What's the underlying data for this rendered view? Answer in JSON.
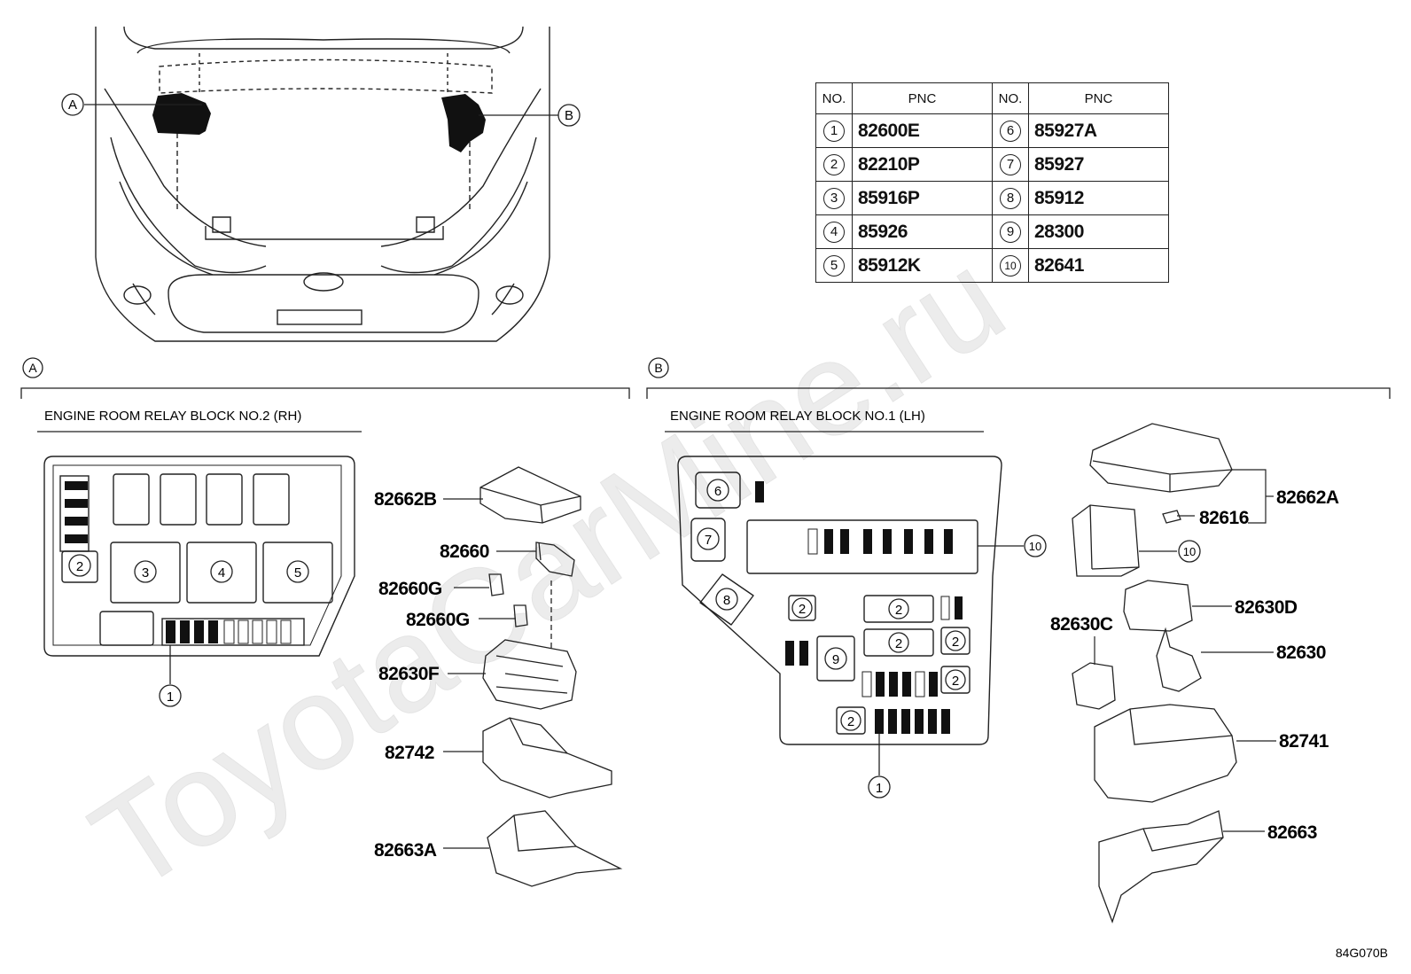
{
  "colors": {
    "line": "#222222",
    "watermark": "#e9e9e9"
  },
  "watermark": "ToyotaCarMine.ru",
  "callouts": {
    "a": "A",
    "b": "B"
  },
  "table": {
    "headers": [
      "NO.",
      "PNC",
      "NO.",
      "PNC"
    ],
    "rows": [
      {
        "no1": "1",
        "pnc1": "82600E",
        "no2": "6",
        "pnc2": "85927A"
      },
      {
        "no1": "2",
        "pnc1": "82210P",
        "no2": "7",
        "pnc2": "85927"
      },
      {
        "no1": "3",
        "pnc1": "85916P",
        "no2": "8",
        "pnc2": "85912"
      },
      {
        "no1": "4",
        "pnc1": "85926",
        "no2": "9",
        "pnc2": "28300"
      },
      {
        "no1": "5",
        "pnc1": "85912K",
        "no2": "10",
        "pnc2": "82641"
      }
    ]
  },
  "section_a": {
    "marker": "A",
    "title": "ENGINE ROOM RELAY BLOCK NO.2 (RH)",
    "slots": {
      "s1": "1",
      "s2": "2",
      "s3": "3",
      "s4": "4",
      "s5": "5"
    },
    "parts": [
      "82662B",
      "82660",
      "82660G",
      "82660G",
      "82630F",
      "82742",
      "82663A"
    ]
  },
  "section_b": {
    "marker": "B",
    "title": "ENGINE ROOM RELAY BLOCK NO.1 (LH)",
    "slots": {
      "s1": "1",
      "s2": "2",
      "s6": "6",
      "s7": "7",
      "s8": "8",
      "s9": "9",
      "s10": "10"
    },
    "parts": [
      "82662A",
      "82616",
      "10",
      "82630D",
      "82630C",
      "82630",
      "82741",
      "82663"
    ]
  },
  "diagram_code": "84G070B"
}
